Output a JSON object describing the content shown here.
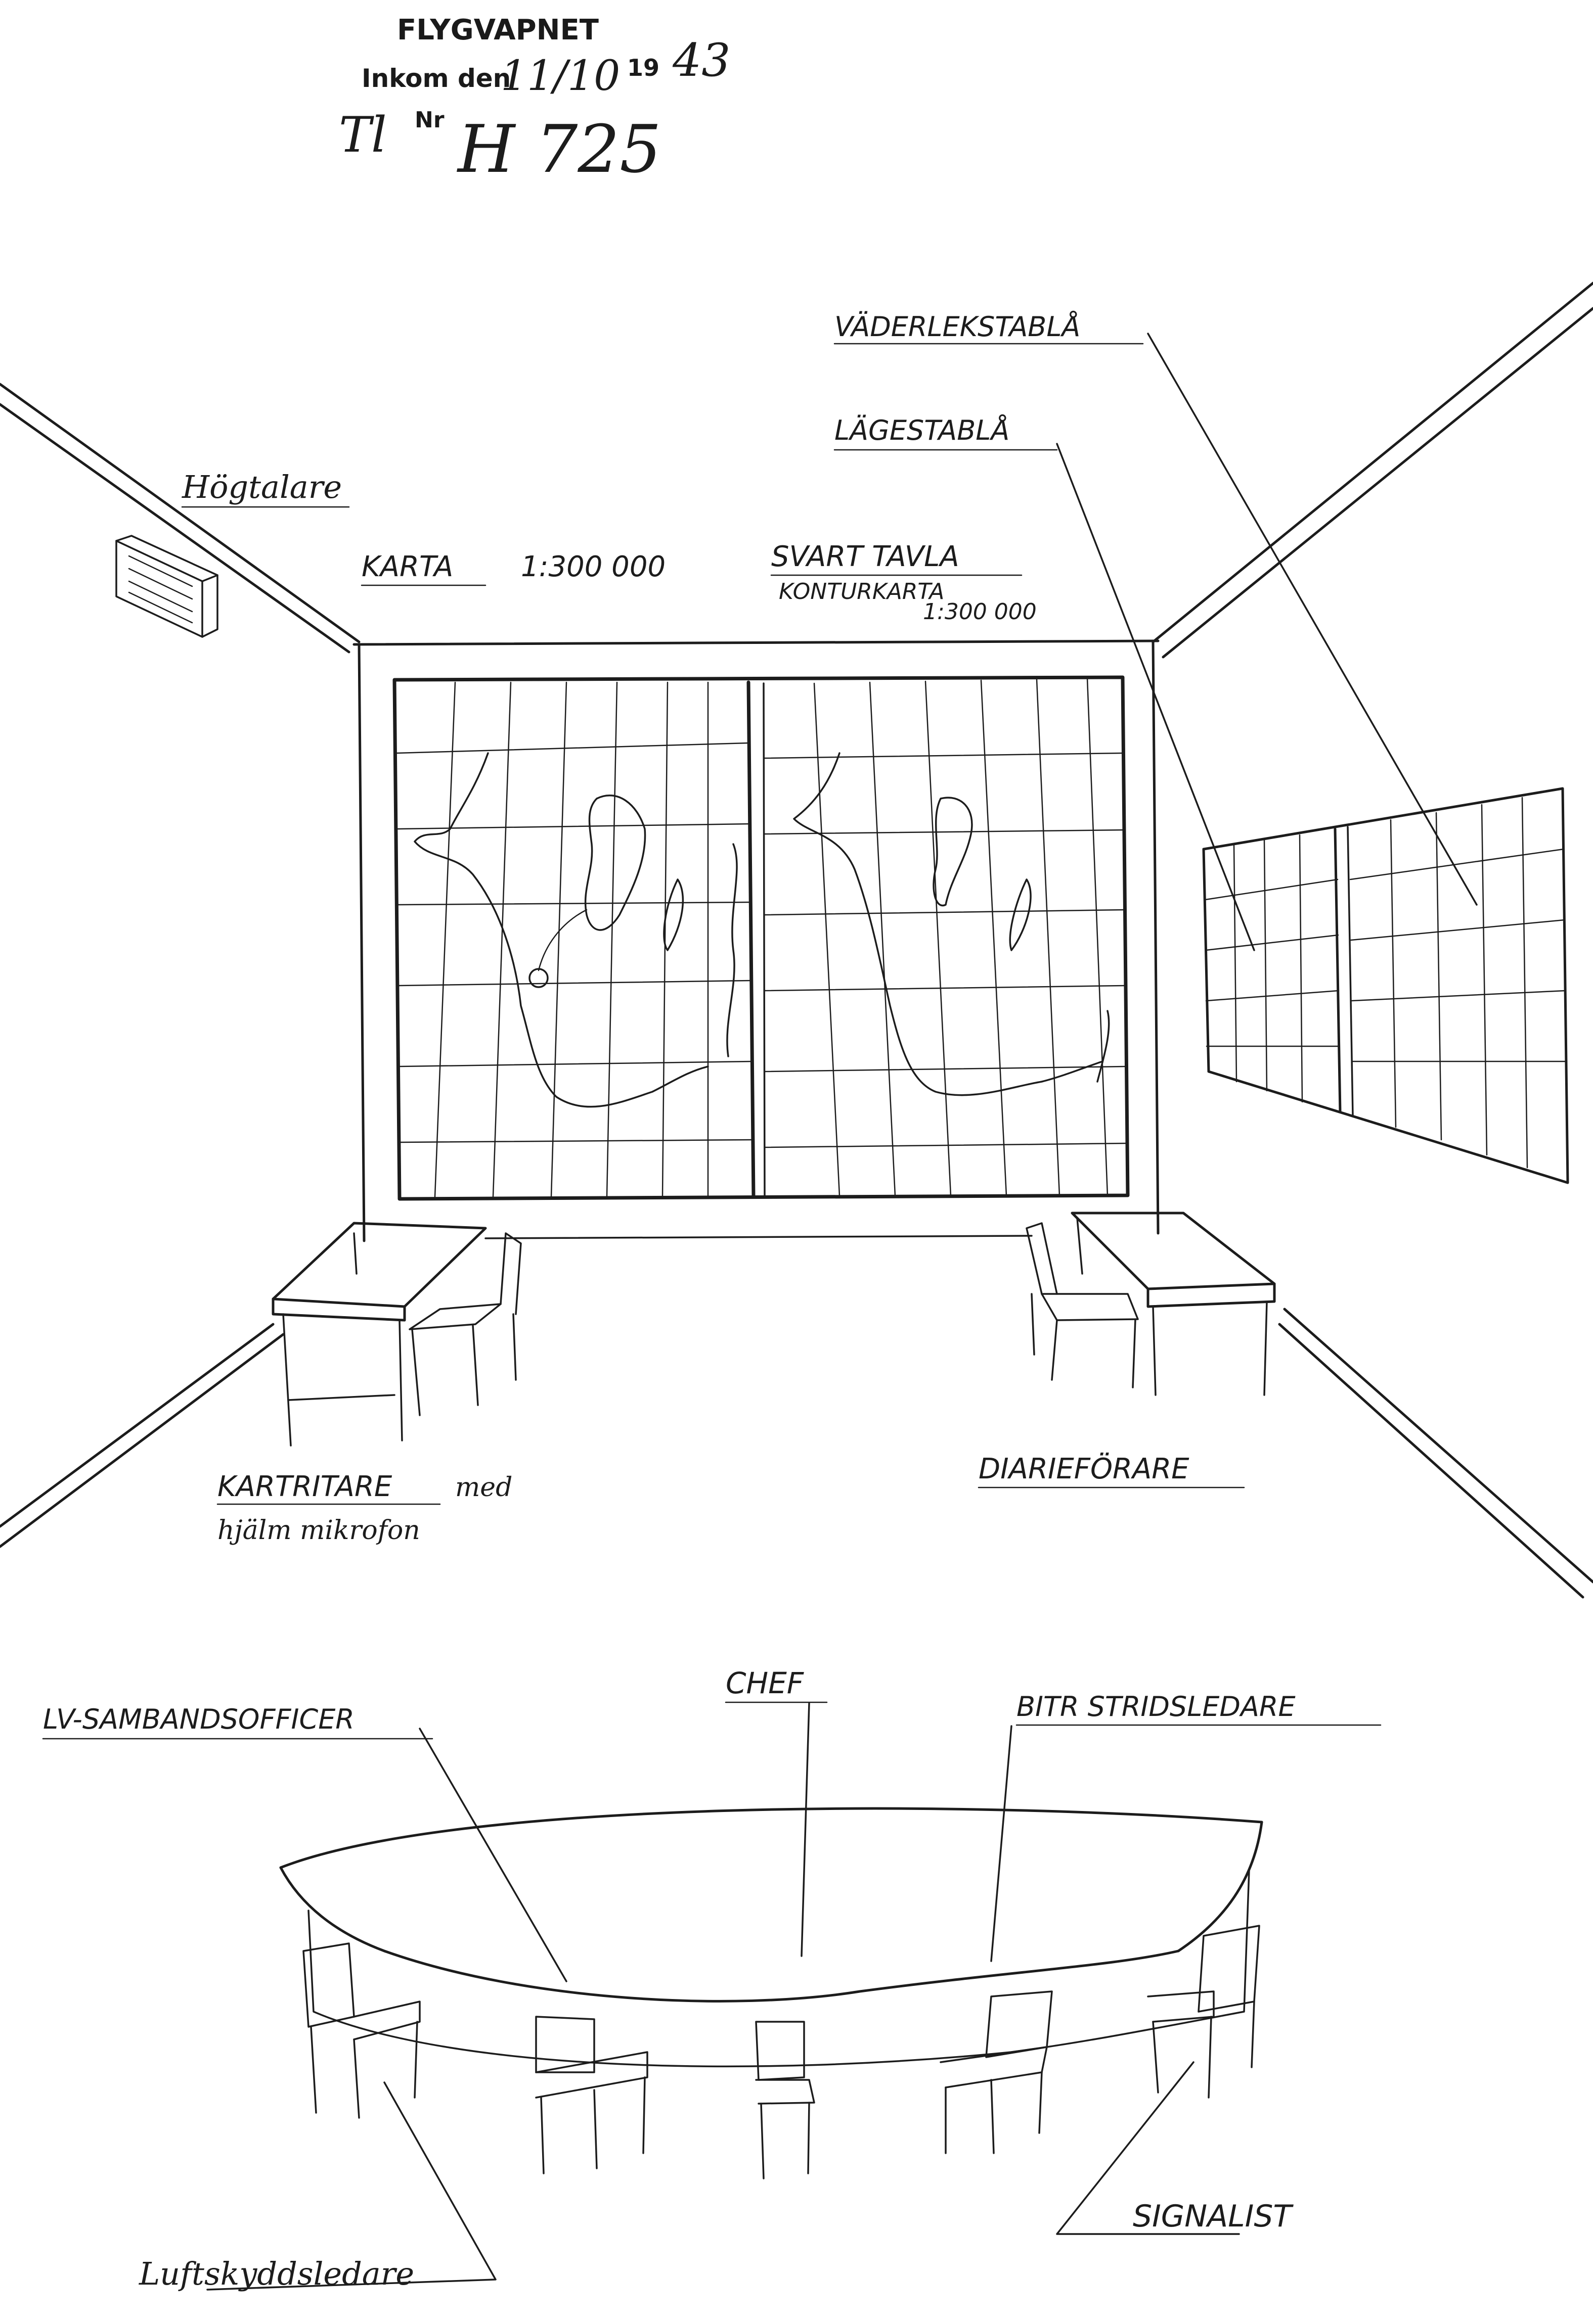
{
  "stamp": {
    "org": "FLYGVAPNET",
    "received_label": "Inkom den",
    "received_date": "11/10",
    "year_prefix": "19",
    "year_suffix": "43",
    "number_prefix": "Tl",
    "number_label": "Nr",
    "number_value": "H 725"
  },
  "labels": {
    "weather_board": "VÄDERLEKSTABLÅ",
    "situation_board": "LÄGESTABLÅ",
    "loudspeaker": "Högtalare",
    "map": "KARTA",
    "map_scale": "1:300 000",
    "blackboard": "SVART TAVLA",
    "contour_map": "KONTURKARTA",
    "contour_scale": "1:300 000",
    "map_drawer": "KARTRITARE",
    "map_drawer_with": "med",
    "headset_microphone": "hjälm mikrofon",
    "diary_keeper": "DIARIEFÖRARE",
    "chief": "CHEF",
    "av_liaison_officer": "LV-SAMBANDSOFFICER",
    "deputy_battle_director": "BITR STRIDSLEDARE",
    "air_defence_director": "Luftskyddsledare",
    "signaller": "SIGNALIST"
  },
  "colors": {
    "ink": "#1c1c1c",
    "paper": "#ffffff"
  }
}
